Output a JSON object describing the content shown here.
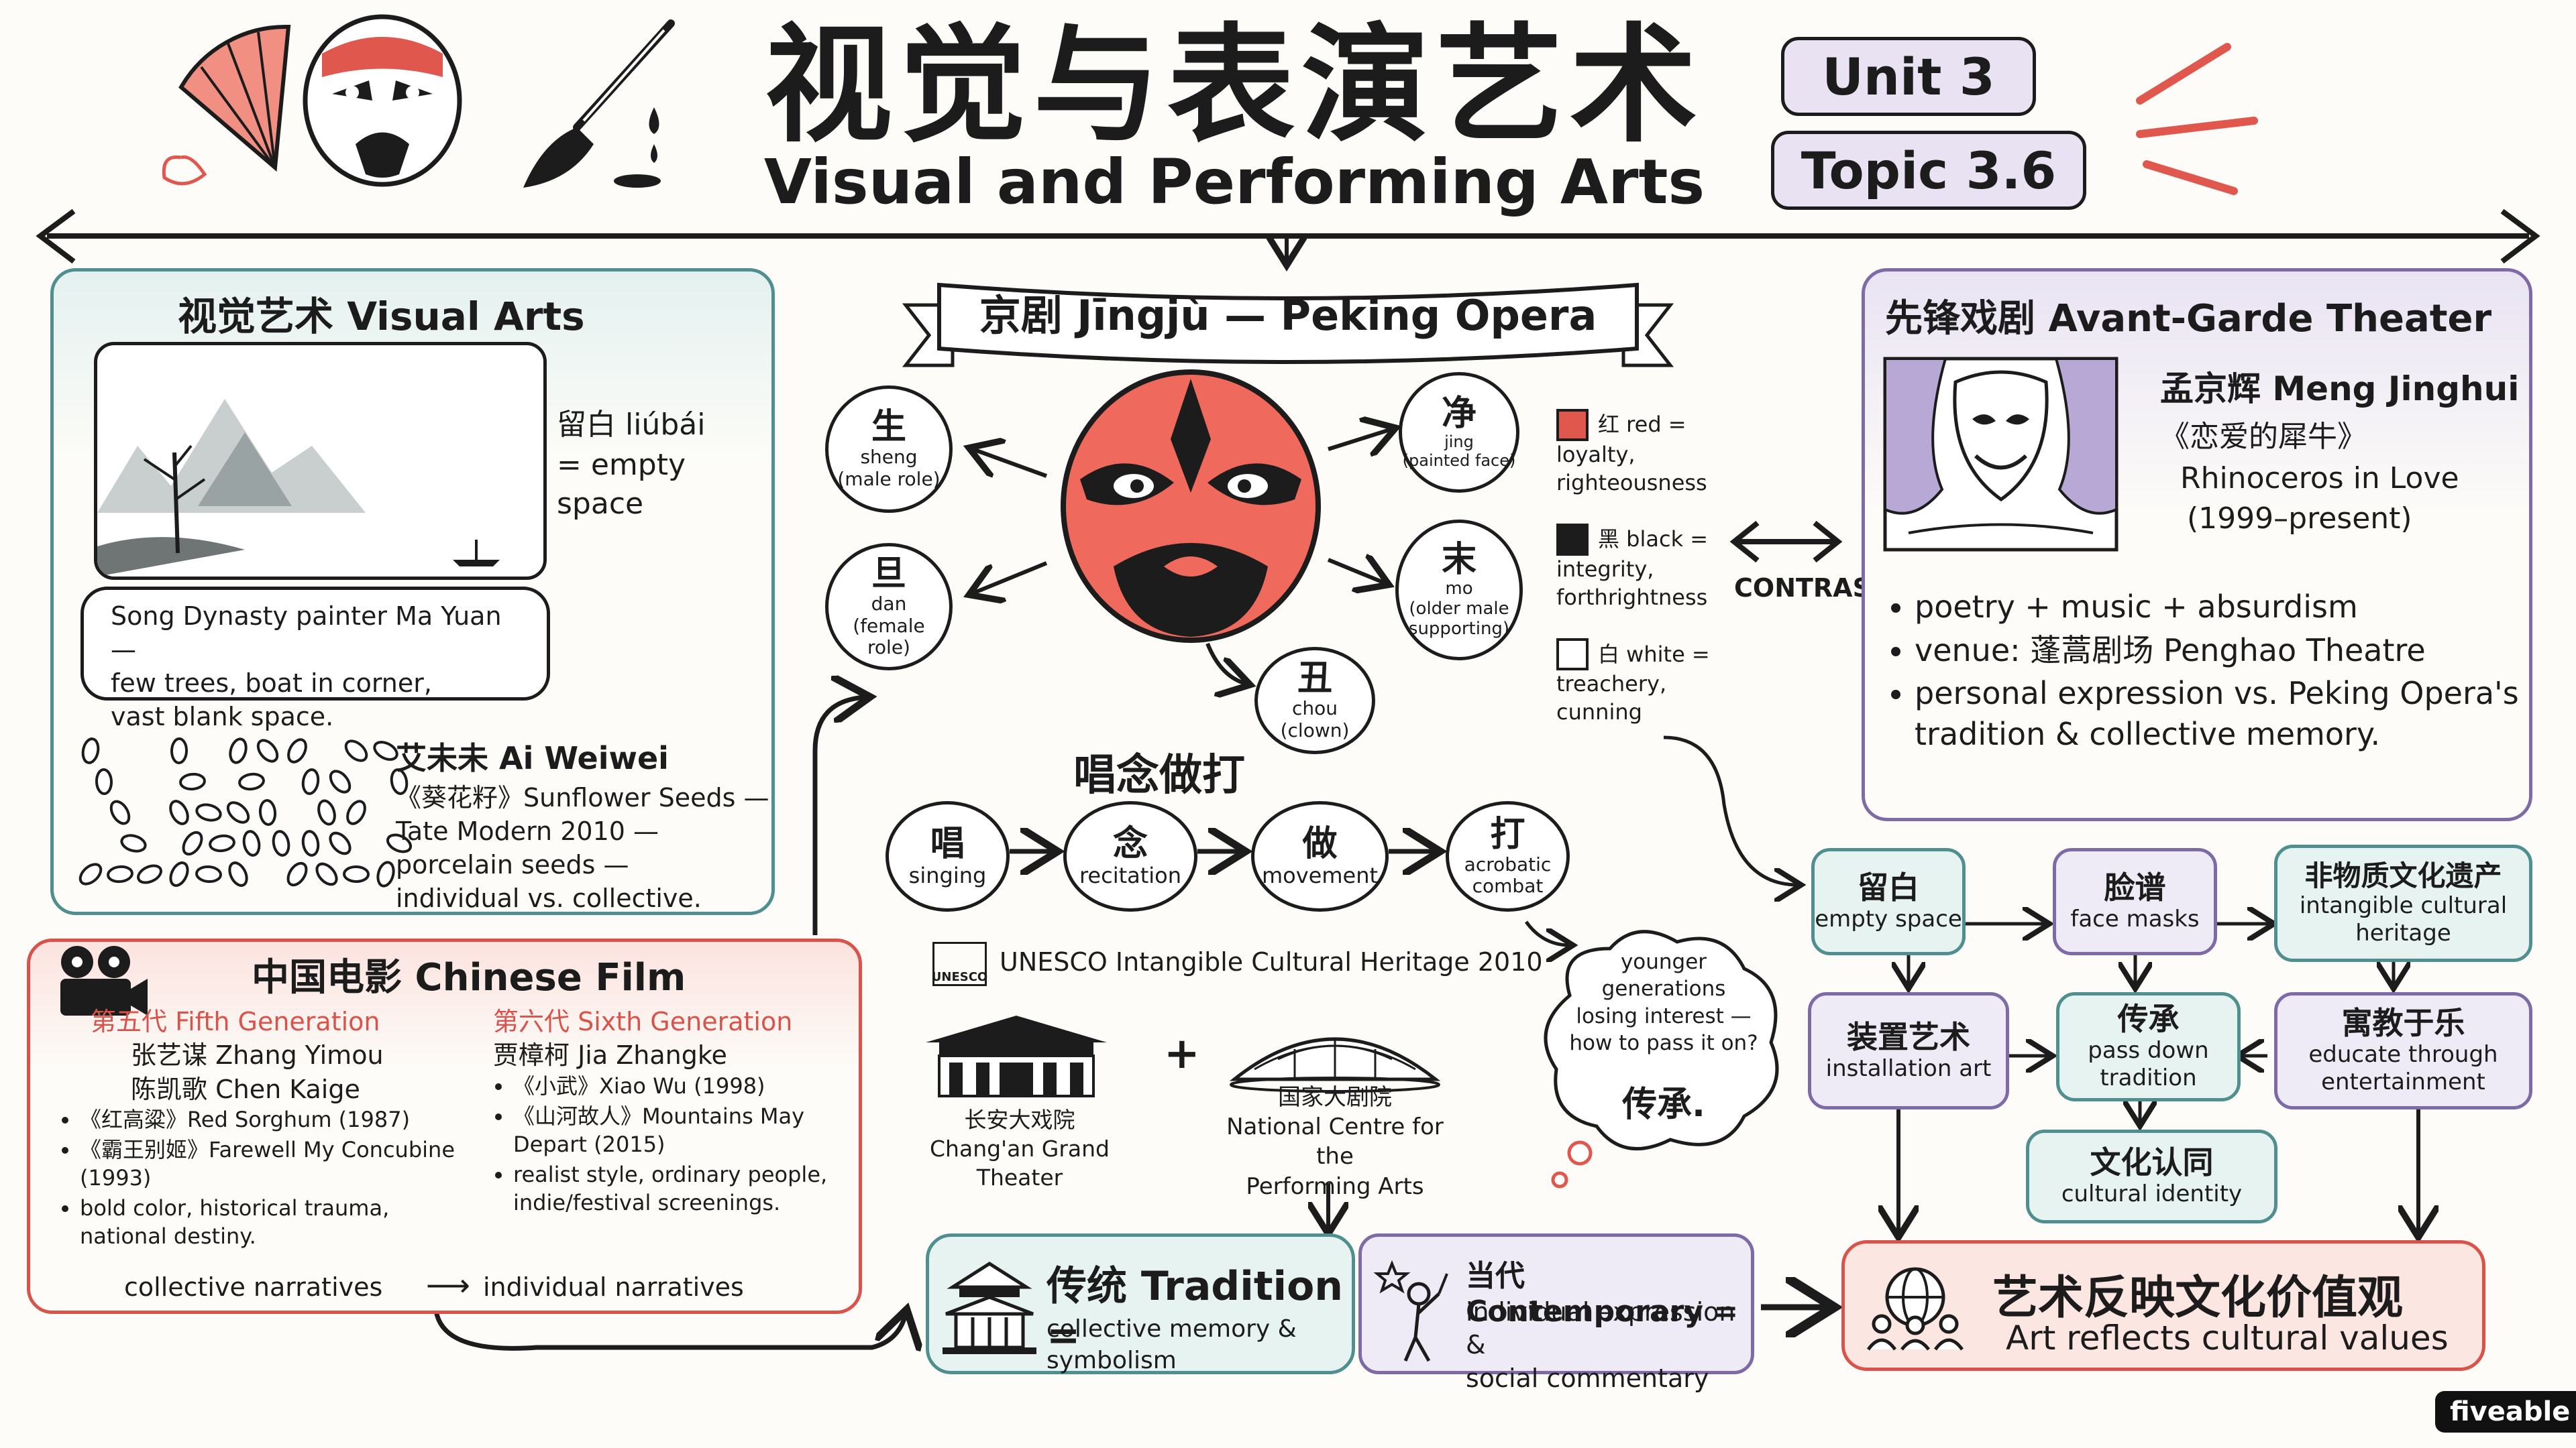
{
  "header": {
    "title_zh": "视觉与表演艺术",
    "title_en": "Visual and Performing Arts",
    "unit": "Unit 3",
    "topic": "Topic 3.6"
  },
  "visual_arts": {
    "title": "视觉艺术 Visual Arts",
    "liubai_term": "留白 liúbái",
    "liubai_def": "= empty space",
    "mayuan_lines": [
      "Song Dynasty painter Ma Yuan —",
      "few trees, boat in corner,",
      "vast blank space."
    ],
    "aiweiwei_name": "艾未未 Ai Weiwei",
    "aiweiwei_lines": [
      "《葵花籽》Sunflower Seeds —",
      "Tate Modern 2010 —",
      "porcelain seeds —",
      "individual vs. collective."
    ]
  },
  "film": {
    "title": "中国电影 Chinese Film",
    "fifth": {
      "heading": "第五代 Fifth Generation",
      "people": [
        "张艺谋 Zhang Yimou",
        "陈凯歌 Chen Kaige"
      ],
      "works": [
        "《红高粱》Red Sorghum (1987)",
        "《霸王别姬》Farewell My Concubine (1993)"
      ],
      "note": "bold color, historical trauma, national destiny."
    },
    "sixth": {
      "heading": "第六代 Sixth Generation",
      "people": [
        "贾樟柯 Jia Zhangke"
      ],
      "works": [
        "《小武》Xiao Wu (1998)",
        "《山河故人》Mountains May Depart (2015)"
      ],
      "note": "realist style, ordinary people, indie/festival screenings."
    },
    "trend_from": "collective narratives",
    "trend_to": "individual narratives"
  },
  "opera": {
    "banner": "京剧 Jīngjù — Peking Opera",
    "roles": [
      {
        "zh": "生",
        "en": "sheng\n(male role)"
      },
      {
        "zh": "旦",
        "en": "dan\n(female role)"
      },
      {
        "zh": "净",
        "en": "jing\n(painted face)"
      },
      {
        "zh": "末",
        "en": "mo\n(older male\nsupporting)"
      },
      {
        "zh": "丑",
        "en": "chou\n(clown)"
      }
    ],
    "colors": [
      {
        "label": "红 red =",
        "meaning": "loyalty,\nrighteousness",
        "swatch": "#e0584d"
      },
      {
        "label": "黑 black =",
        "meaning": "integrity,\nforthrightness",
        "swatch": "#1c1c1c"
      },
      {
        "label": "白 white =",
        "meaning": "treachery,\ncunning",
        "swatch": "#ffffff"
      }
    ],
    "contrast_label": "CONTRAST",
    "skills_title": "唱念做打",
    "skills": [
      {
        "zh": "唱",
        "en": "singing"
      },
      {
        "zh": "念",
        "en": "recitation"
      },
      {
        "zh": "做",
        "en": "movement"
      },
      {
        "zh": "打",
        "en": "acrobatic\ncombat"
      }
    ],
    "unesco_logo": "UNESCO",
    "unesco": "UNESCO Intangible Cultural Heritage 2010",
    "changan": "长安大戏院\nChang'an Grand Theater",
    "plus": "+",
    "ncpa": "国家大剧院\nNational Centre for the\nPerforming Arts",
    "cloud": "younger\ngenerations\nlosing interest —\nhow to pass it on?",
    "cloud_zh": "传承."
  },
  "avant": {
    "title": "先锋戏剧 Avant-Garde Theater",
    "person": "孟京辉 Meng Jinghui",
    "work_zh": "《恋爱的犀牛》",
    "work_en": "Rhinoceros in Love",
    "years": "(1999–present)",
    "bullets": [
      "poetry + music + absurdism",
      "venue: 蓬蒿剧场 Penghao Theatre",
      "personal expression vs. Peking Opera's tradition & collective memory."
    ]
  },
  "concepts": [
    {
      "zh": "留白",
      "en": "empty space"
    },
    {
      "zh": "脸谱",
      "en": "face masks"
    },
    {
      "zh": "非物质文化遗产",
      "en": "intangible cultural\nheritage"
    },
    {
      "zh": "装置艺术",
      "en": "installation art"
    },
    {
      "zh": "传承",
      "en": "pass down\ntradition"
    },
    {
      "zh": "寓教于乐",
      "en": "educate through\nentertainment"
    },
    {
      "zh": "文化认同",
      "en": "cultural identity"
    }
  ],
  "tradition": {
    "title": "传统 Tradition =",
    "sub": "collective memory & symbolism"
  },
  "contemporary": {
    "title": "当代 Contemporary =",
    "sub": "individual expression &\nsocial commentary"
  },
  "result": {
    "zh": "艺术反映文化价值观",
    "en": "Art reflects cultural values"
  },
  "brand": "fiveable",
  "colors": {
    "teal": "#4f8f8f",
    "lavender": "#7d6aa6",
    "coral": "#d9534a"
  }
}
